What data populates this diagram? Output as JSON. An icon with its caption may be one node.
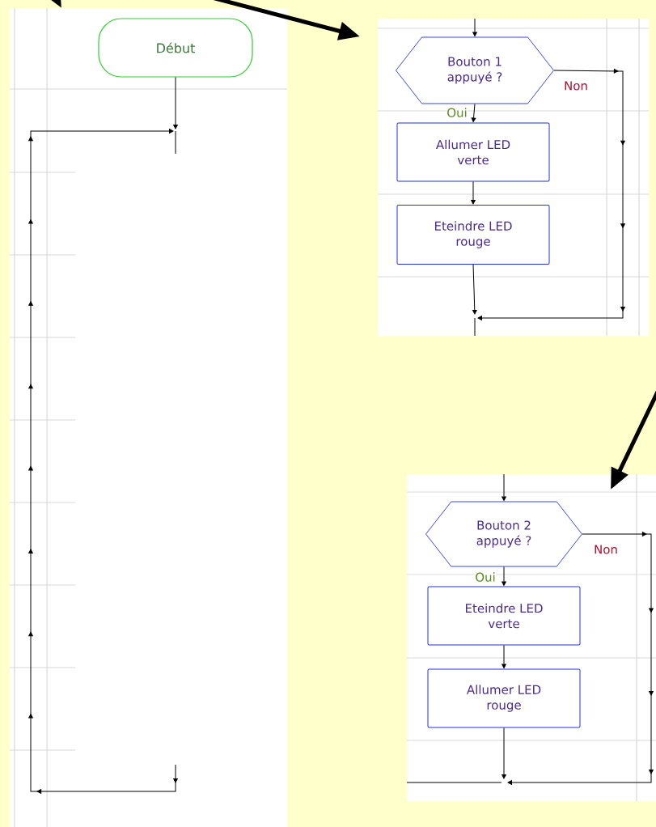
{
  "diagram": {
    "nodes": [
      {
        "text": [],
        "shape": "box"
      },
      {
        "text": [
          "Début"
        ],
        "in": 0
      },
      {
        "text": [],
        "shape": "box"
      },
      {
        "text": [
          "Bouton 1 appuyé ?"
        ],
        "in": 2
      },
      {
        "text": [
          "Allumer LED verte"
        ],
        "in": 2
      },
      {
        "text": [
          "Eteindre LED rouge"
        ],
        "in": 2
      },
      {
        "text": [],
        "shape": "box"
      },
      {
        "text": [
          "Bouton 2 appuyé ?"
        ],
        "in": 6
      },
      {
        "text": [
          "Eteindre LED verte"
        ],
        "in": 6
      },
      {
        "text": [
          "Allumer LED rouge"
        ],
        "in": 6
      }
    ],
    "edges": [
      {
        "from": null,
        "to": 0,
        "arrow": "to",
        "style": "thick"
      },
      {
        "from": null,
        "to": 2,
        "arrow": "to",
        "style": "thick"
      },
      {
        "from": null,
        "to": 6,
        "arrow": "to",
        "style": "thick"
      },
      {
        "from": 1,
        "to": null,
        "arrow": "to"
      },
      {
        "from": null,
        "to": 3,
        "arrow": "to"
      },
      {
        "from": 3,
        "to": 4,
        "arrow": "to",
        "label": "Oui"
      },
      {
        "from": 4,
        "to": 5,
        "arrow": "to"
      },
      {
        "from": 3,
        "to": null,
        "arrow": "to",
        "label": "Non"
      },
      {
        "from": 5,
        "to": null,
        "arrow": "to"
      },
      {
        "from": null,
        "to": 7,
        "arrow": "to"
      },
      {
        "from": 7,
        "to": 8,
        "arrow": "to",
        "label": "Oui"
      },
      {
        "from": 8,
        "to": 9,
        "arrow": "to"
      },
      {
        "from": 7,
        "to": null,
        "arrow": "to",
        "label": "Non"
      },
      {
        "from": 9,
        "to": null,
        "arrow": "to"
      }
    ]
  }
}
